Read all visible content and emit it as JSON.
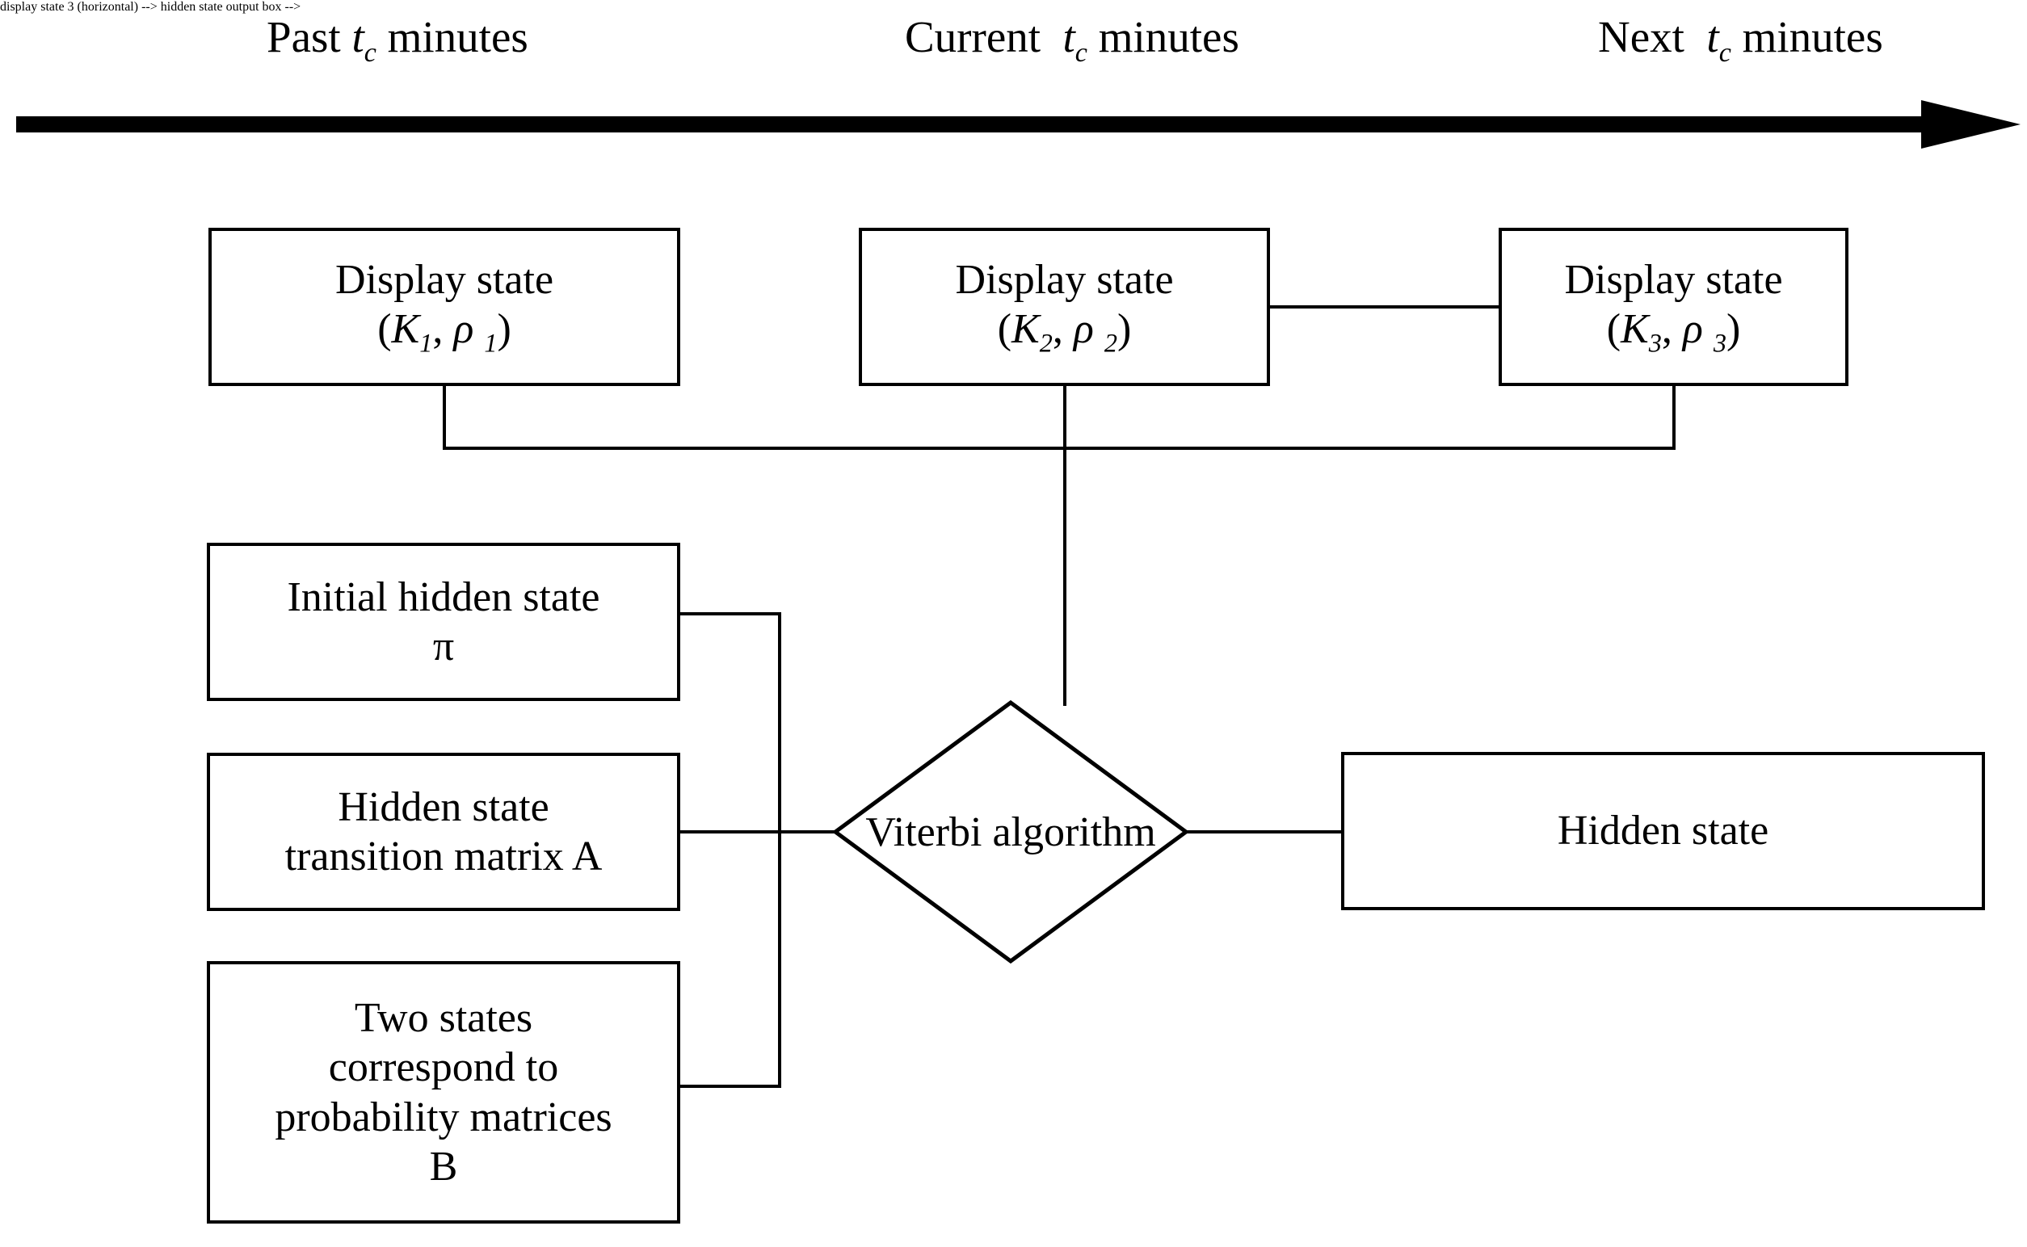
{
  "diagram": {
    "title": "HMM Viterbi display-state timeline flowchart",
    "timeline": {
      "arrow_name": "time-axis-arrow",
      "labels": [
        {
          "prefix": "Past",
          "symbol": "t",
          "subscript": "c",
          "suffix": "minutes"
        },
        {
          "prefix": "Current",
          "symbol": "t",
          "subscript": "c",
          "suffix": "minutes"
        },
        {
          "prefix": "Next",
          "symbol": "t",
          "subscript": "c",
          "suffix": "minutes"
        }
      ]
    },
    "display_states": [
      {
        "line1": "Display state",
        "symbol_open": "(",
        "k": "K",
        "k_sub": "1",
        "comma": ",",
        "rho": "ρ",
        "rho_sub": "1",
        "symbol_close": ")"
      },
      {
        "line1": "Display state",
        "symbol_open": "(",
        "k": "K",
        "k_sub": "2",
        "comma": ",",
        "rho": "ρ",
        "rho_sub": "2",
        "symbol_close": ")"
      },
      {
        "line1": "Display state",
        "symbol_open": "(",
        "k": "K",
        "k_sub": "3",
        "comma": ",",
        "rho": "ρ",
        "rho_sub": "3",
        "symbol_close": ")"
      }
    ],
    "parameter_boxes": [
      {
        "lines": [
          "Initial hidden state",
          "π"
        ]
      },
      {
        "lines": [
          "Hidden state",
          "transition matrix A"
        ]
      },
      {
        "lines": [
          "Two states",
          "correspond to",
          "probability matrices",
          "B"
        ]
      }
    ],
    "process": {
      "label": "Viterbi algorithm"
    },
    "output": {
      "label": "Hidden state"
    },
    "colors": {
      "stroke": "#000000",
      "background": "#ffffff",
      "text": "#000000"
    }
  }
}
